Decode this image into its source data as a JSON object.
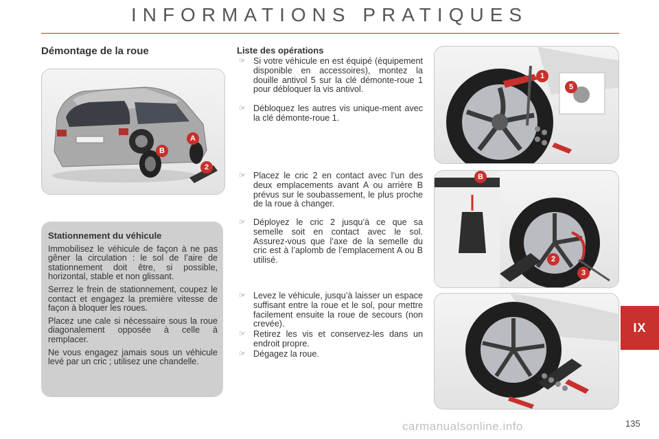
{
  "header": {
    "title": "INFORMATIONS PRATIQUES"
  },
  "left": {
    "heading": "Démontage de la roue",
    "info_box": {
      "title": "Stationnement du véhicule",
      "paragraphs": [
        "Immobilisez le véhicule de façon à ne pas gêner la circulation : le sol de l’aire de stationnement doit être, si possible, horizontal, stable et non glissant.",
        "Serrez le frein de stationnement, coupez le contact et engagez la première vitesse de façon à bloquer les roues.",
        "Placez une cale si nécessaire sous la roue diagonalement opposée à celle à remplacer.",
        "Ne vous engagez jamais sous un véhicule levé par un cric ; utilisez une chandelle."
      ]
    },
    "photo_labels": {
      "a": "A",
      "b": "B",
      "two": "2"
    }
  },
  "operations": {
    "title": "Liste des opérations",
    "bullet": "☞",
    "group1": [
      "Si votre véhicule en est équipé (équipement disponible en accessoires), montez la douille antivol 5 sur la clé démonte-roue 1 pour débloquer la vis antivol.",
      "Débloquez les autres vis unique-ment avec la clé démonte-roue 1."
    ],
    "group2": [
      "Placez le cric 2 en contact avec l’un des deux emplacements avant A ou arrière B prévus sur le soubassement, le plus proche de la roue à changer.",
      "Déployez le cric 2 jusqu’à ce que sa semelle soit en contact avec le sol. Assurez-vous que l’axe de la semelle du cric est à l’aplomb de l’emplacement A ou B utilisé."
    ],
    "group3": [
      "Levez le véhicule, jusqu’à laisser un espace suffisant entre la roue et le sol, pour mettre facilement ensuite la roue de secours (non crevée).",
      "Retirez les vis et conservez-les dans un endroit propre.",
      "Dégagez la roue."
    ]
  },
  "illustrations": {
    "top": {
      "labels": [
        "1",
        "5"
      ]
    },
    "middle": {
      "labels": [
        "B",
        "2",
        "3"
      ]
    }
  },
  "side_tab": {
    "label": "IX"
  },
  "page_number": "135",
  "watermark": "carmanualsonline.info",
  "colors": {
    "accent": "#c9302c",
    "box_gray": "#cfcfcf"
  }
}
